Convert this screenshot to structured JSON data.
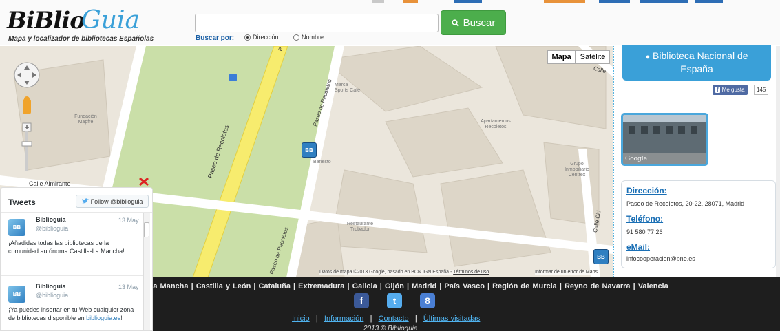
{
  "header": {
    "logo_part1": "BiBlio",
    "logo_part2": "Guia",
    "tagline": "Mapa y localizador de bibliotecas Españolas",
    "search_placeholder": "",
    "search_button": "Buscar",
    "search_by_label": "Buscar por:",
    "options": [
      {
        "label": "Dirección",
        "selected": true
      },
      {
        "label": "Nombre",
        "selected": false
      }
    ]
  },
  "map": {
    "map_types": [
      "Mapa",
      "Satélite"
    ],
    "streets": {
      "paseo1": "Paseo de Recoletos",
      "paseo2": "Paseo de Recoletos",
      "paseo3": "Paseo de Recoletos",
      "almirante": "Calle Almirante",
      "calle": "Calle",
      "cid": "Calle Cid",
      "p": "P"
    },
    "places": {
      "fundacion": "Fundación\nMapfre",
      "marca": "Marca\nSports Café",
      "banesto": "Banesto",
      "apartamentos": "Apartamentos\nRecoletos",
      "grupo": "Grupo\nInmobiliario\nCentrex",
      "restaurante": "Restaurante\nTrobador"
    },
    "marker_label": "BB",
    "attribution": "Datos de mapa ©2013 Google, basado en BCN IGN España -",
    "terms": "Términos de uso",
    "report": "Informar de un error de Maps"
  },
  "tweets": {
    "title": "Tweets",
    "follow": "Follow @biblioguia",
    "items": [
      {
        "name": "Biblioguia",
        "handle": "@biblioguia",
        "date": "13 May",
        "text": "¡Añadidas todas las bibliotecas de la comunidad autónoma Castilla-La Mancha!"
      },
      {
        "name": "Biblioguia",
        "handle": "@biblioguia",
        "date": "13 May",
        "text_before": "¡Ya puedes insertar en tu Web cualquier zona de bibliotecas disponible en ",
        "link": "biblioguia.es",
        "text_after": "!"
      }
    ]
  },
  "panel": {
    "title": "Biblioteca Nacional de España",
    "like_label": "Me gusta",
    "like_count": "145",
    "streetview_brand": "Google",
    "address_label": "Dirección:",
    "address": "Paseo de Recoletos, 20-22, 28071, Madrid",
    "phone_label": "Teléfono:",
    "phone": "91 580 77 26",
    "email_label": "eMail:",
    "email": "infocooperacion@bne.es"
  },
  "footer": {
    "regions": "-La Mancha  |  Castilla y León  |  Cataluña  |  Extremadura  |  Galicia  |  Gijón  |  Madrid  |  País Vasco  |  Región de Murcia  |  Reyno de Navarra  |  Valencia",
    "links": [
      "Inicio",
      "Información",
      "Contacto",
      "Últimas visitadas"
    ],
    "copyright": "2013 © Biblioguia",
    "colors": {
      "facebook": "#3b5998",
      "twitter": "#55acee",
      "google": "#4a7fd4"
    }
  }
}
